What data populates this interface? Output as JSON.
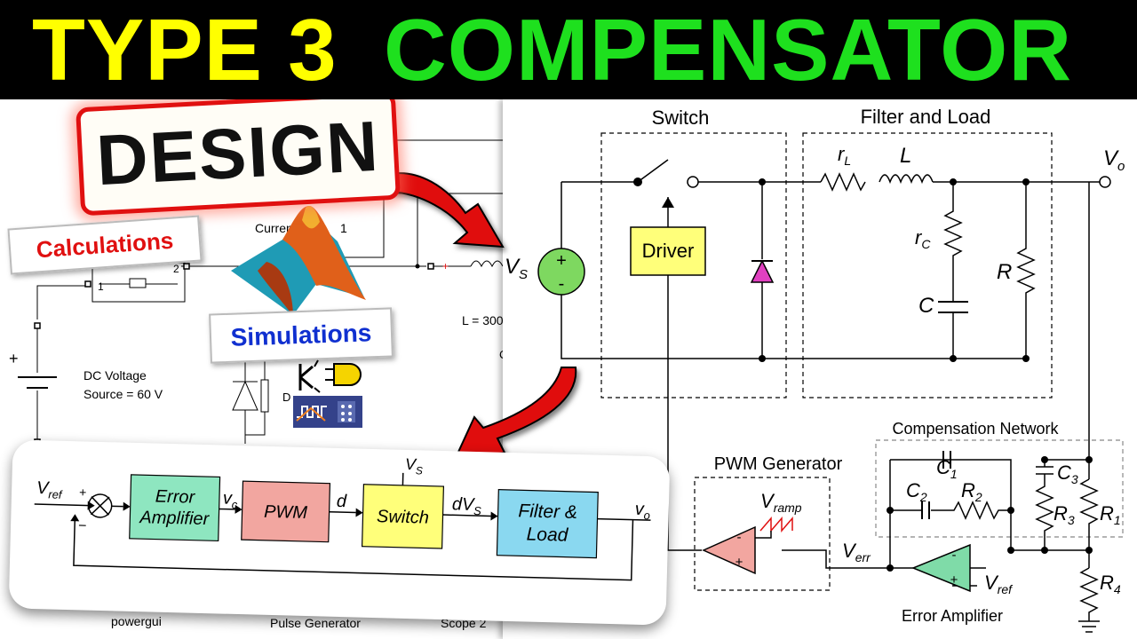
{
  "title": {
    "word1": "TYPE 3",
    "word2": "COMPENSATOR"
  },
  "colors": {
    "title_yellow": "#ffff00",
    "title_green": "#1ee01e",
    "accent_red": "#e01010",
    "sim_blue": "#1030d0"
  },
  "badges": {
    "design": "DESIGN",
    "calculations": "Calculations",
    "simulations": "Simulations"
  },
  "simulink": {
    "current_label": "Current M",
    "current_suffix": "1",
    "port1": "1",
    "port2": "2",
    "dc_source_line1": "DC Voltage",
    "dc_source_line2": "Source = 60 V",
    "plus_sign": "+",
    "inductance": "L = 300",
    "diode_label": "D",
    "small_c": "C",
    "powergui": "powergui",
    "pulse_generator": "Pulse Generator",
    "scope": "Scope 2"
  },
  "schematic": {
    "switch_title": "Switch",
    "filter_title": "Filter and Load",
    "rL": "r",
    "rL_sub": "L",
    "L": "L",
    "Vo": "V",
    "Vo_sub": "o",
    "Vs": "V",
    "Vs_sub": "S",
    "rC": "r",
    "rC_sub": "C",
    "R": "R",
    "C": "C",
    "driver": "Driver",
    "comp_network": "Compensation Network",
    "pwm_generator": "PWM Generator",
    "C1": "C",
    "C1_sub": "1",
    "C2": "C",
    "C2_sub": "2",
    "R2": "R",
    "R2_sub": "2",
    "C3": "C",
    "C3_sub": "3",
    "R3": "R",
    "R3_sub": "3",
    "R1": "R",
    "R1_sub": "1",
    "R4": "R",
    "R4_sub": "4",
    "Vramp": "V",
    "Vramp_sub": "ramp",
    "Verr": "V",
    "Verr_sub": "err",
    "Vref": "V",
    "Vref_sub": "ref",
    "error_amplifier": "Error Amplifier",
    "minus": "-",
    "plus": "+"
  },
  "block_diagram": {
    "vref": "V",
    "vref_sub": "ref",
    "plus": "+",
    "minus": "−",
    "error_amp_line1": "Error",
    "error_amp_line2": "Amplifier",
    "vc": "v",
    "vc_sub": "c",
    "pwm": "PWM",
    "d": "d",
    "switch": "Switch",
    "dvs": "dV",
    "dvs_sub": "S",
    "vs_top": "V",
    "vs_top_sub": "S",
    "filter_line1": "Filter &",
    "filter_line2": "Load",
    "vo": "v",
    "vo_sub": "o"
  }
}
